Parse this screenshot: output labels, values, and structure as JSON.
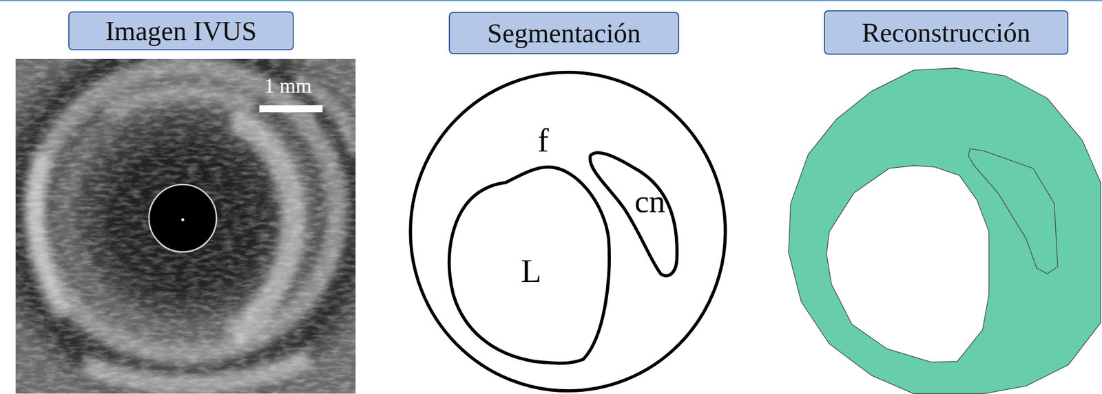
{
  "diagram": {
    "nodes": [
      {
        "text": [
          "Imagen IVUS"
        ]
      },
      {
        "text": [
          "Segmentación"
        ]
      },
      {
        "text": [
          "Reconstrucción"
        ]
      }
    ],
    "labels": [
      "1 mm",
      "f",
      "cn",
      "L"
    ]
  }
}
